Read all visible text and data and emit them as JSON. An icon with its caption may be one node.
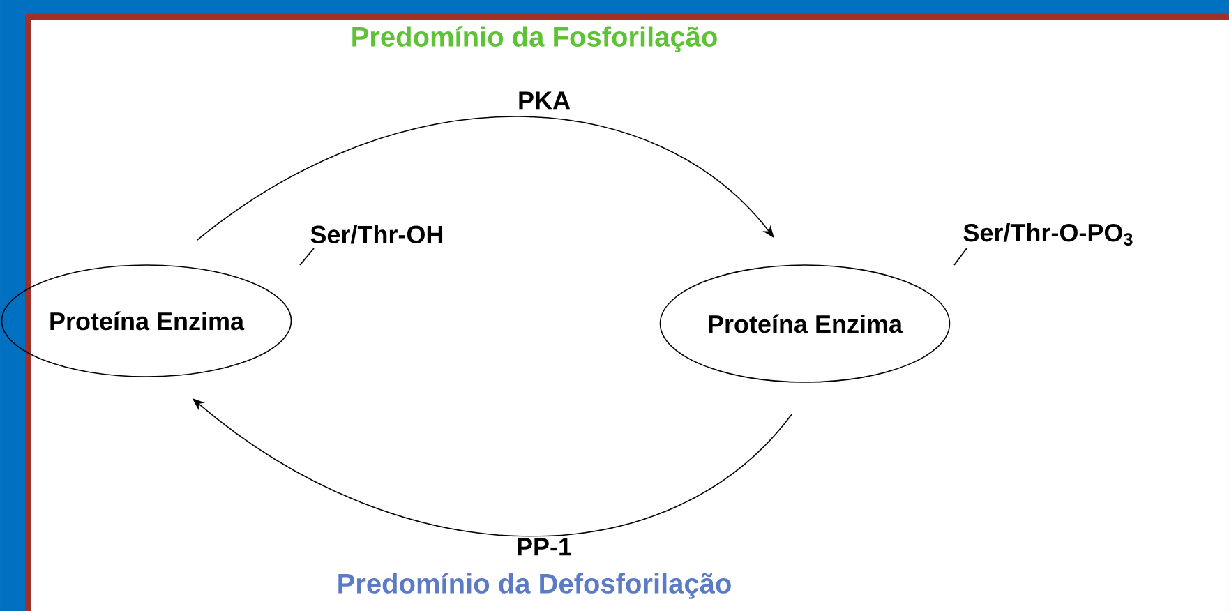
{
  "diagram": {
    "title": "Predomínio da Fosforilação",
    "nodes": [
      {
        "text": [
          "Proteína Enzima"
        ],
        "beside": [
          "Ser/Thr-OH"
        ]
      },
      {
        "text": [
          "Proteína Enzima"
        ],
        "beside": [
          "Ser/Thr-O-PO$_{3}$"
        ]
      }
    ],
    "edges": [
      {
        "from": 0,
        "to": 1,
        "arrow": "to",
        "label": "PKA"
      },
      {
        "from": 1,
        "to": 0,
        "arrow": "to",
        "label": "PP-1"
      }
    ],
    "labels": [
      "Predomínio da Defosforilação"
    ]
  }
}
